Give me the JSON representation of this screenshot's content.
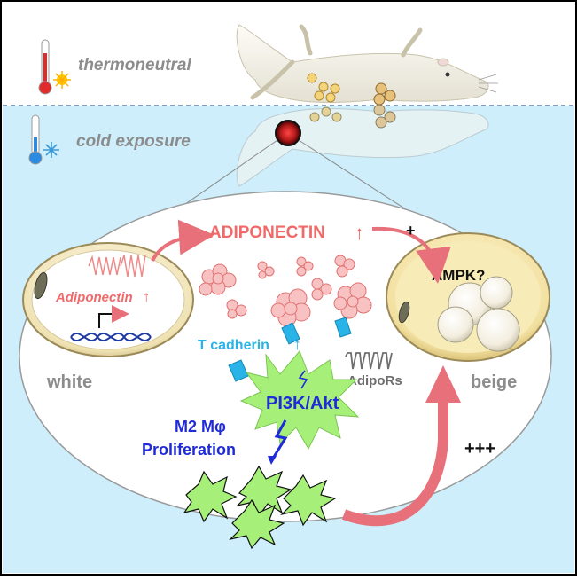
{
  "conditions": {
    "thermoneutral": "thermoneutral",
    "cold": "cold exposure"
  },
  "cells": {
    "white_label": "white",
    "beige_label": "beige",
    "adiponectin_gene": "Adiponectin",
    "ampk": "AMPK?"
  },
  "signals": {
    "adiponectin": "ADIPONECTIN",
    "plus": "+",
    "t_cadherin": "T cadherin",
    "adipors": "AdipoRs",
    "pathway": "PI3K/Akt",
    "macrophage_line1": "M2 Mφ",
    "macrophage_line2": "Proliferation",
    "triple_plus": "+++"
  },
  "colors": {
    "water": "#cdeefa",
    "adiponectin": "#f06a6a",
    "arrow": "#e8707a",
    "blue_text": "#1f2ad8",
    "cyan_text": "#2ab3e6",
    "spiky": "#a6f07a",
    "cell_rim": "#e9dcae",
    "cell_fill": "#fbf5d8",
    "gray_text": "#8c8c8c"
  }
}
